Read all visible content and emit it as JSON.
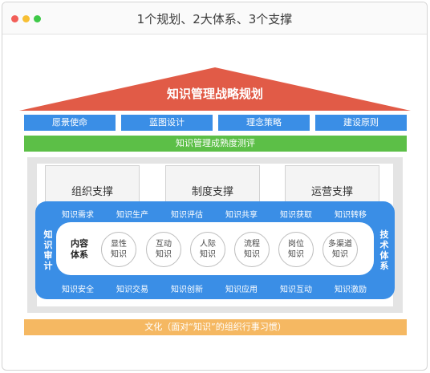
{
  "window": {
    "title": "1个规划、2大体系、3个支撑",
    "controls": [
      "close",
      "minimize",
      "maximize"
    ],
    "control_colors": [
      "#f25e58",
      "#f7bf34",
      "#3ec948"
    ]
  },
  "roof": {
    "label": "知识管理战略规划",
    "color": "#e15b47"
  },
  "foundations": [
    "愿景使命",
    "蓝图设计",
    "理念策略",
    "建设原则"
  ],
  "maturity_bar": "知识管理成熟度测评",
  "pillars": [
    "组织支撑",
    "制度支撑",
    "运营支撑"
  ],
  "top_chips": [
    "知识需求",
    "知识生产",
    "知识评估",
    "知识共享",
    "知识获取",
    "知识转移"
  ],
  "bottom_chips": [
    "知识安全",
    "知识交易",
    "知识创新",
    "知识应用",
    "知识互动",
    "知识激励"
  ],
  "left_vertical": "知识审计",
  "right_vertical": "技术体系",
  "content_system": {
    "label_line1": "内容",
    "label_line2": "体系"
  },
  "circles": [
    {
      "line1": "显性",
      "line2": "知识"
    },
    {
      "line1": "互动",
      "line2": "知识"
    },
    {
      "line1": "人际",
      "line2": "知识"
    },
    {
      "line1": "流程",
      "line2": "知识"
    },
    {
      "line1": "岗位",
      "line2": "知识"
    },
    {
      "line1": "多渠道",
      "line2": "知识"
    }
  ],
  "culture_bar": "文化（面对“知识”的组织行事习惯）",
  "colors": {
    "blue": "#3a8ee6",
    "green": "#5cbf47",
    "orange": "#f5b862",
    "roof_red": "#e15b47"
  }
}
